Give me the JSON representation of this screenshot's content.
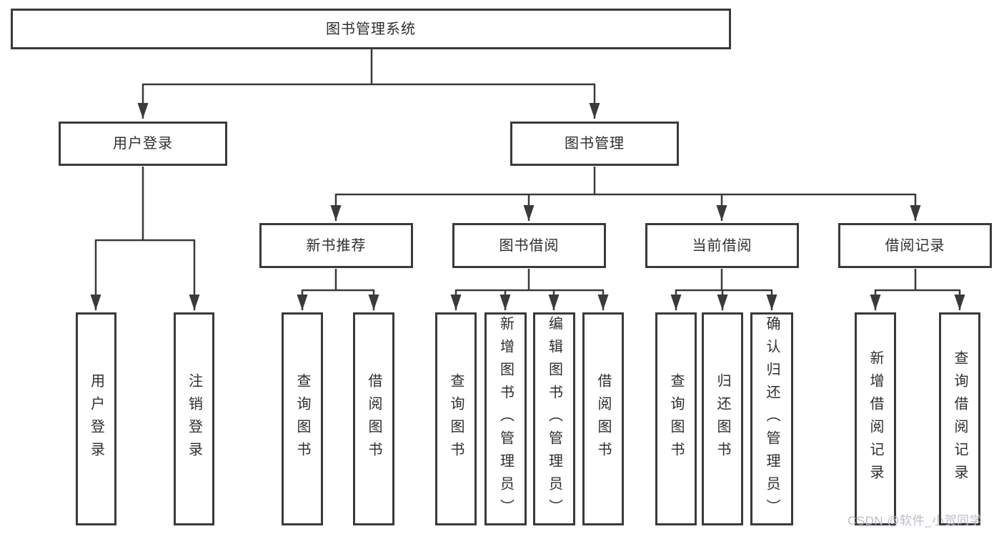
{
  "colors": {
    "background": "#ffffff",
    "line": "#3a3a3a",
    "box_border": "#3a3a3a",
    "text": "#2e2e2e",
    "watermark": "#b9bdc4"
  },
  "watermark": {
    "text": "CSDN @软件_小贺同学"
  },
  "tree": {
    "root": {
      "label": "图书管理系统"
    },
    "branches": [
      {
        "label": "用户登录",
        "leaves": [
          {
            "label": "用户登录"
          },
          {
            "label": "注销登录"
          }
        ]
      },
      {
        "label": "图书管理",
        "sections": [
          {
            "label": "新书推荐",
            "leaves": [
              {
                "label": "查询图书"
              },
              {
                "label": "借阅图书"
              }
            ]
          },
          {
            "label": "图书借阅",
            "leaves": [
              {
                "label": "查询图书"
              },
              {
                "label": "新增图书（管理员）"
              },
              {
                "label": "编辑图书（管理员）"
              },
              {
                "label": "借阅图书"
              }
            ]
          },
          {
            "label": "当前借阅",
            "leaves": [
              {
                "label": "查询图书"
              },
              {
                "label": "归还图书"
              },
              {
                "label": "确认归还（管理员）"
              }
            ]
          },
          {
            "label": "借阅记录",
            "leaves": [
              {
                "label": "新增借阅记录"
              },
              {
                "label": "查询借阅记录"
              }
            ]
          }
        ]
      }
    ]
  }
}
